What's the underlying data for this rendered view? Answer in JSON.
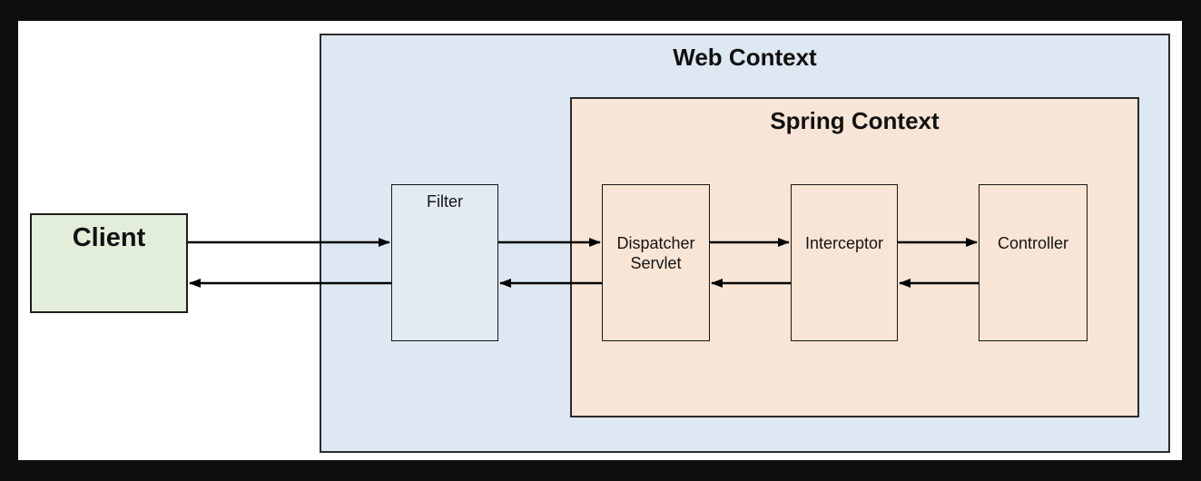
{
  "colors": {
    "frame": "#0e0e0e",
    "paper": "#ffffff",
    "web_context_fill": "#dee8f2",
    "spring_context_fill": "#f9e5d5",
    "client_fill": "#e3eeda",
    "filter_fill": "#e2eaf3",
    "box_border": "#2b2b2b",
    "arrow": "#000000",
    "text": "#111111"
  },
  "diagram": {
    "containers": [
      {
        "id": "web-context",
        "label": "Web Context"
      },
      {
        "id": "spring-context",
        "label": "Spring Context"
      }
    ],
    "nodes": [
      {
        "id": "client",
        "label": "Client"
      },
      {
        "id": "filter",
        "label": "Filter"
      },
      {
        "id": "dispatcher-servlet",
        "label": "Dispatcher Servlet"
      },
      {
        "id": "interceptor",
        "label": "Interceptor"
      },
      {
        "id": "controller",
        "label": "Controller"
      }
    ],
    "edges": [
      {
        "from": "client",
        "to": "filter",
        "direction": "request"
      },
      {
        "from": "filter",
        "to": "dispatcher-servlet",
        "direction": "request"
      },
      {
        "from": "dispatcher-servlet",
        "to": "interceptor",
        "direction": "request"
      },
      {
        "from": "interceptor",
        "to": "controller",
        "direction": "request"
      },
      {
        "from": "controller",
        "to": "interceptor",
        "direction": "response"
      },
      {
        "from": "interceptor",
        "to": "dispatcher-servlet",
        "direction": "response"
      },
      {
        "from": "dispatcher-servlet",
        "to": "filter",
        "direction": "response"
      },
      {
        "from": "filter",
        "to": "client",
        "direction": "response"
      }
    ]
  }
}
